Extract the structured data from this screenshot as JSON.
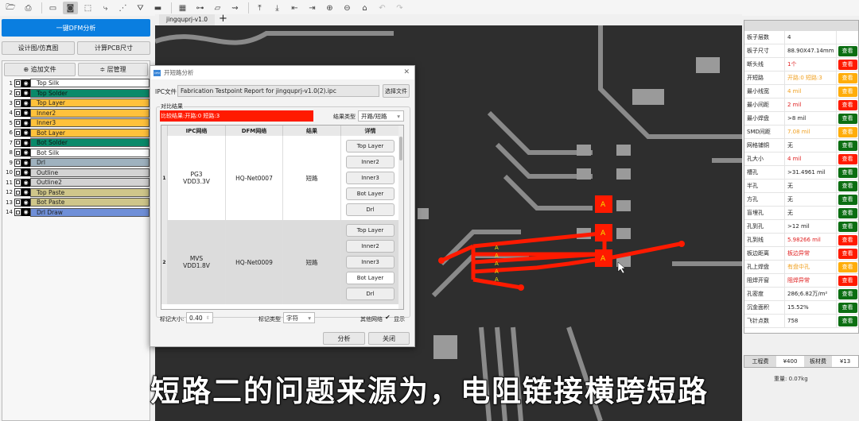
{
  "toolbar": {
    "icons": [
      "open-folder",
      "print",
      "layout",
      "select",
      "box-select",
      "route",
      "node",
      "filter",
      "line",
      "grid",
      "network",
      "measure",
      "tune",
      "layer-up",
      "layer-down",
      "move-left",
      "move-right",
      "zoom-in",
      "zoom-out",
      "home",
      "undo",
      "redo"
    ],
    "active": "select"
  },
  "left": {
    "dfm_button": "一键DFM分析",
    "design_button": "设计图/仿真图",
    "calc_button": "计算PCB尺寸",
    "add_file": "追加文件",
    "layer_manage": "层管理",
    "layers": [
      {
        "n": "1",
        "name": "Top Silk",
        "color": "#ffffff",
        "text": "#222"
      },
      {
        "n": "2",
        "name": "Top Solder",
        "color": "#0a8a6a",
        "text": "#111"
      },
      {
        "n": "3",
        "name": "Top Layer",
        "color": "#ffc13b",
        "text": "#222"
      },
      {
        "n": "4",
        "name": "Inner2",
        "color": "#ffc13b",
        "text": "#222"
      },
      {
        "n": "5",
        "name": "Inner3",
        "color": "#ffc13b",
        "text": "#222"
      },
      {
        "n": "6",
        "name": "Bot Layer",
        "color": "#ffc13b",
        "text": "#222"
      },
      {
        "n": "7",
        "name": "Bot Solder",
        "color": "#0a8a6a",
        "text": "#111"
      },
      {
        "n": "8",
        "name": "Bot Silk",
        "color": "#ffffff",
        "text": "#222"
      },
      {
        "n": "9",
        "name": "Drl",
        "color": "#9fb2bf",
        "text": "#222"
      },
      {
        "n": "10",
        "name": "Outline",
        "color": "#d3d3d3",
        "text": "#222"
      },
      {
        "n": "11",
        "name": "Outline2",
        "color": "#d3d3d3",
        "text": "#222"
      },
      {
        "n": "12",
        "name": "Top Paste",
        "color": "#cfc68a",
        "text": "#222"
      },
      {
        "n": "13",
        "name": "Bot Paste",
        "color": "#cfc68a",
        "text": "#222"
      },
      {
        "n": "14",
        "name": "Drl Draw",
        "color": "#6f8fd8",
        "text": "#222"
      }
    ]
  },
  "tabs": {
    "active": "jingquprj-v1.0",
    "add": "+"
  },
  "canvas": {
    "marker": "A"
  },
  "dialog": {
    "title": "开短路分析",
    "ipc_label": "IPC文件",
    "ipc_value": "Fabrication Testpoint Report for jingquprj-v1.0(2).ipc",
    "choose_file": "选择文件",
    "group_label": "对比结果",
    "result_text": "比较结果:开路:0 短路:3",
    "result_type_label": "结果类型",
    "result_type_value": "开路/短路",
    "columns": [
      "IPC网络",
      "DFM网络",
      "结果",
      "详情"
    ],
    "rows": [
      {
        "idx": "1",
        "ipc": "PG3\nVDD3.3V",
        "dfm": "HQ-Net0007",
        "result": "短路"
      },
      {
        "idx": "2",
        "ipc": "MVS\nVDD1.8V",
        "dfm": "HQ-Net0009",
        "result": "短路"
      }
    ],
    "detail_buttons": [
      "Top Layer",
      "Inner2",
      "Inner3",
      "Bot Layer",
      "Drl"
    ],
    "mark_size_label": "标记大小:",
    "mark_size_value": "0.40",
    "mark_type_label": "标记类型",
    "mark_type_value": "字符",
    "other_net_label": "其他网络",
    "show_label": "显示",
    "show_checked": true,
    "analyze": "分析",
    "close": "关闭"
  },
  "right": {
    "view_label": "查看",
    "colors": {
      "green": "#0b6e12",
      "red": "#ff1a00",
      "orange": "#ffad0a"
    },
    "rows": [
      {
        "k": "板子层数",
        "v": "4",
        "c": "",
        "s": ""
      },
      {
        "k": "板子尺寸",
        "v": "88.90X47.14mm",
        "c": "",
        "s": "green"
      },
      {
        "k": "断头线",
        "v": "1个",
        "c": "#e02020",
        "s": "red"
      },
      {
        "k": "开短路",
        "v": "开路:0 短路:3",
        "c": "#f0a020",
        "s": "orange"
      },
      {
        "k": "最小线宽",
        "v": "4 mil",
        "c": "#f0a020",
        "s": "orange"
      },
      {
        "k": "最小间距",
        "v": "2 mil",
        "c": "#e02020",
        "s": "red"
      },
      {
        "k": "最小焊盘",
        "v": ">8 mil",
        "c": "",
        "s": "green"
      },
      {
        "k": "SMD间距",
        "v": "7.08 mil",
        "c": "#f0a020",
        "s": "orange"
      },
      {
        "k": "网格铺铜",
        "v": "无",
        "c": "",
        "s": "green"
      },
      {
        "k": "孔大小",
        "v": "4 mil",
        "c": "#e02020",
        "s": "red"
      },
      {
        "k": "槽孔",
        "v": ">31.4961 mil",
        "c": "",
        "s": "green"
      },
      {
        "k": "半孔",
        "v": "无",
        "c": "",
        "s": "green"
      },
      {
        "k": "方孔",
        "v": "无",
        "c": "",
        "s": "green"
      },
      {
        "k": "盲埋孔",
        "v": "无",
        "c": "",
        "s": "green"
      },
      {
        "k": "孔到孔",
        "v": ">12 mil",
        "c": "",
        "s": "green"
      },
      {
        "k": "孔到线",
        "v": "5.98266 mil",
        "c": "#e02020",
        "s": "red"
      },
      {
        "k": "板边距离",
        "v": "板边异常",
        "c": "#e02020",
        "s": "red"
      },
      {
        "k": "孔上焊盘",
        "v": "有盘中孔",
        "c": "#f0a020",
        "s": "orange"
      },
      {
        "k": "阻焊开窗",
        "v": "阻焊异常",
        "c": "#e02020",
        "s": "red"
      },
      {
        "k": "孔密度",
        "v": "286;6.82万/m²",
        "c": "",
        "s": "green"
      },
      {
        "k": "沉金面积",
        "v": "15.52%",
        "c": "",
        "s": "green"
      },
      {
        "k": "飞针点数",
        "v": "758",
        "c": "",
        "s": "green"
      }
    ],
    "cost": {
      "eng_label": "工程费",
      "eng_value": "¥400",
      "board_label": "板材费",
      "board_value": "¥13"
    },
    "weight": "重量: 0.07kg"
  },
  "subtitle": "短路二的问题来源为，电阻链接横跨短路"
}
